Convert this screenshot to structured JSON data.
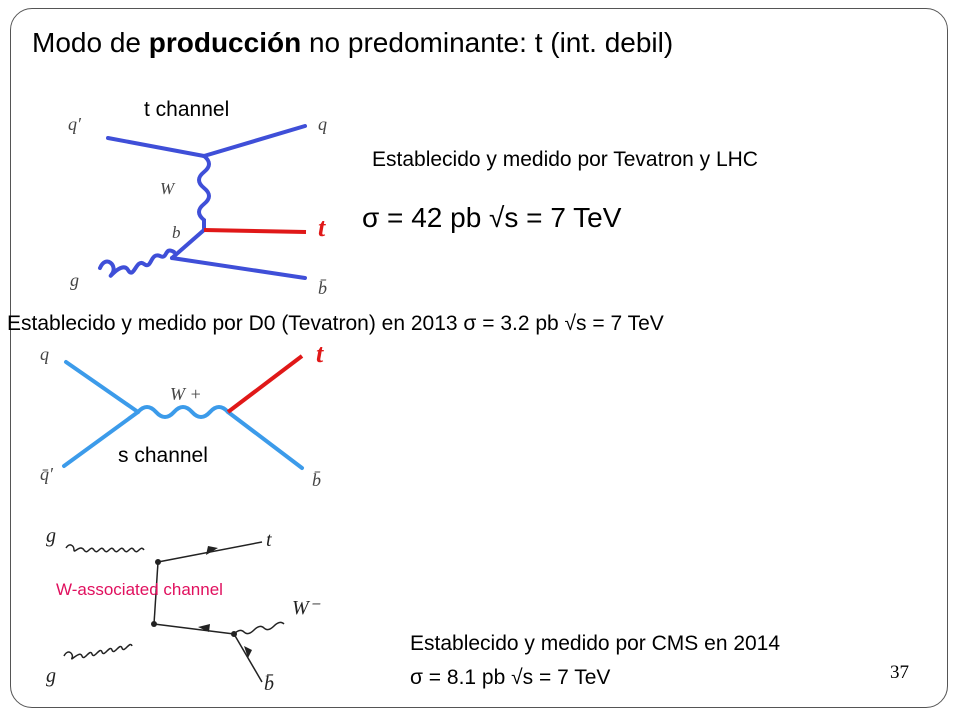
{
  "slide": {
    "title_pre": "Modo de ",
    "title_bold": "producción",
    "title_post": " no predominante:  t (int. debil)",
    "page_number": "37"
  },
  "t_channel": {
    "label": "t channel",
    "status": "Establecido y medido por Tevatron y LHC",
    "sigma_line": "σ  = 42 pb √s = 7 TeV",
    "particles": {
      "q_prime": "q′",
      "q": "q",
      "W": "W",
      "b": "b",
      "g": "g",
      "t": "t",
      "b_bar": "b̄"
    }
  },
  "s_channel": {
    "status": "Establecido y medido por D0 (Tevatron) en 2013 σ = 3.2 pb √s = 7 TeV",
    "label": "s channel",
    "particles": {
      "q": "q",
      "q_bar_prime": "q̄′",
      "W_plus": "W +",
      "t": "t",
      "b_bar": "b̄"
    }
  },
  "w_associated": {
    "label": "W-associated channel",
    "status_line1": "Establecido y medido por CMS en 2014",
    "status_line2": "σ  = 8.1 pb √s = 7 TeV",
    "particles": {
      "g_top": "g",
      "g_bottom": "g",
      "t": "t",
      "W_minus": "W⁻",
      "b_bar": "b̄"
    }
  },
  "colors": {
    "quark_line": "#3f4fd8",
    "s_quark_line": "#3c9bea",
    "top_line": "#e01818",
    "w_label": "#e0105e"
  }
}
